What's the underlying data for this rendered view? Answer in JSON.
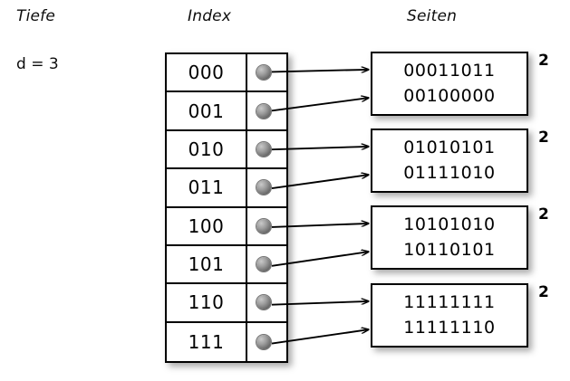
{
  "headings": {
    "left": "Tiefe",
    "middle": "Index",
    "right": "Seiten"
  },
  "depth": {
    "label": "d = 3"
  },
  "index_table": {
    "rows": [
      {
        "key": "000",
        "pointer": "pointer-dot"
      },
      {
        "key": "001",
        "pointer": "pointer-dot"
      },
      {
        "key": "010",
        "pointer": "pointer-dot"
      },
      {
        "key": "011",
        "pointer": "pointer-dot"
      },
      {
        "key": "100",
        "pointer": "pointer-dot"
      },
      {
        "key": "101",
        "pointer": "pointer-dot"
      },
      {
        "key": "110",
        "pointer": "pointer-dot"
      },
      {
        "key": "111",
        "pointer": "pointer-dot"
      }
    ]
  },
  "pages": [
    {
      "line1": "00011011",
      "line2": "00100000",
      "count": "2"
    },
    {
      "line1": "01010101",
      "line2": "01111010",
      "count": "2"
    },
    {
      "line1": "10101010",
      "line2": "10110101",
      "count": "2"
    },
    {
      "line1": "11111111",
      "line2": "11111110",
      "count": "2"
    }
  ],
  "links": [
    {
      "from_row": 0,
      "to_page": 0
    },
    {
      "from_row": 1,
      "to_page": 0
    },
    {
      "from_row": 2,
      "to_page": 1
    },
    {
      "from_row": 3,
      "to_page": 1
    },
    {
      "from_row": 4,
      "to_page": 2
    },
    {
      "from_row": 5,
      "to_page": 2
    },
    {
      "from_row": 6,
      "to_page": 3
    },
    {
      "from_row": 7,
      "to_page": 3
    }
  ],
  "colors": {
    "background": "#ffffff",
    "stroke": "#000000",
    "dot_light": "#c9c9c9",
    "dot_dark": "#3b3b3b",
    "text": "#000000"
  }
}
